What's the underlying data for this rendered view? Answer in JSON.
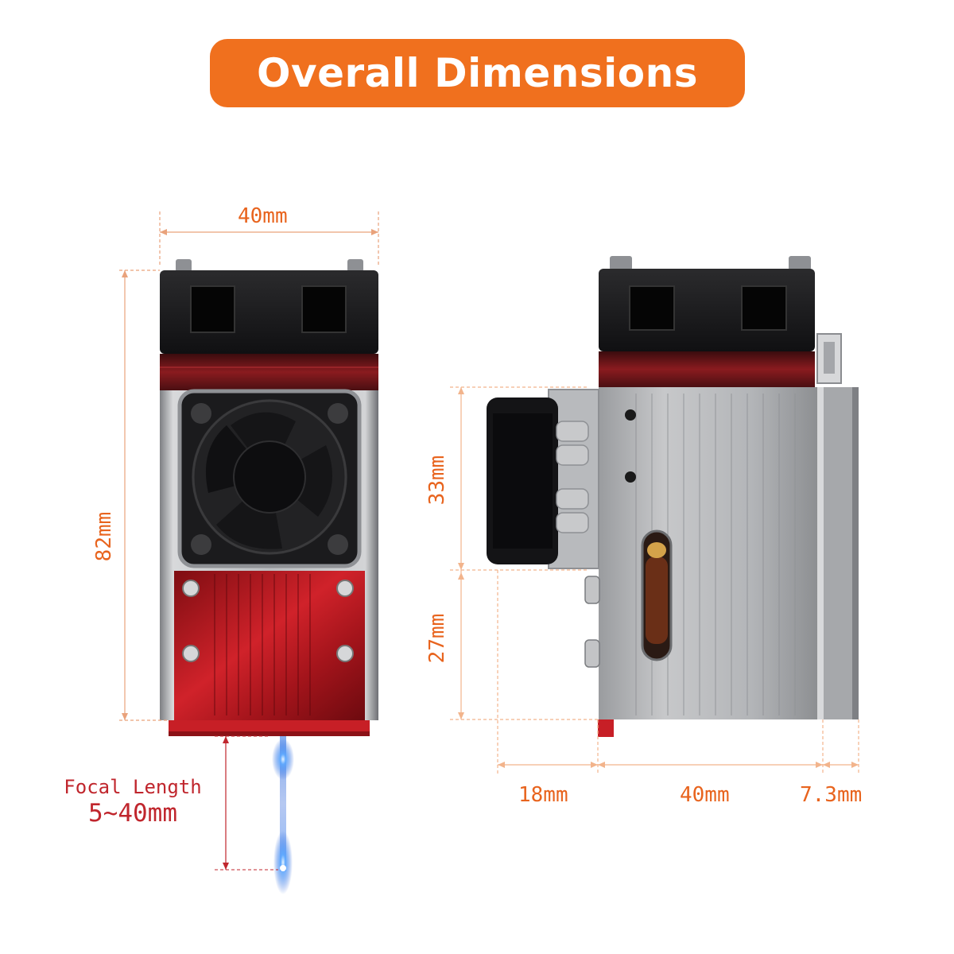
{
  "title": "Overall Dimensions",
  "colors": {
    "accent": "#F0701E",
    "dimension_text": "#E8641E",
    "focal_text": "#C0262D",
    "front_guide": "#E9A27B",
    "side_guide": "#F2B48C"
  },
  "front_view": {
    "width_label": "40mm",
    "height_label": "82mm",
    "focal_title": "Focal Length",
    "focal_value": "5~40mm"
  },
  "side_view": {
    "upper_height_label": "33mm",
    "lower_height_label": "27mm",
    "widths": [
      "18mm",
      "40mm",
      "7.3mm"
    ]
  },
  "icons": {
    "front_product": "laser-module-front-view",
    "side_product": "laser-module-side-view",
    "fan": "cooling-fan-icon",
    "beam": "laser-beam-icon"
  }
}
